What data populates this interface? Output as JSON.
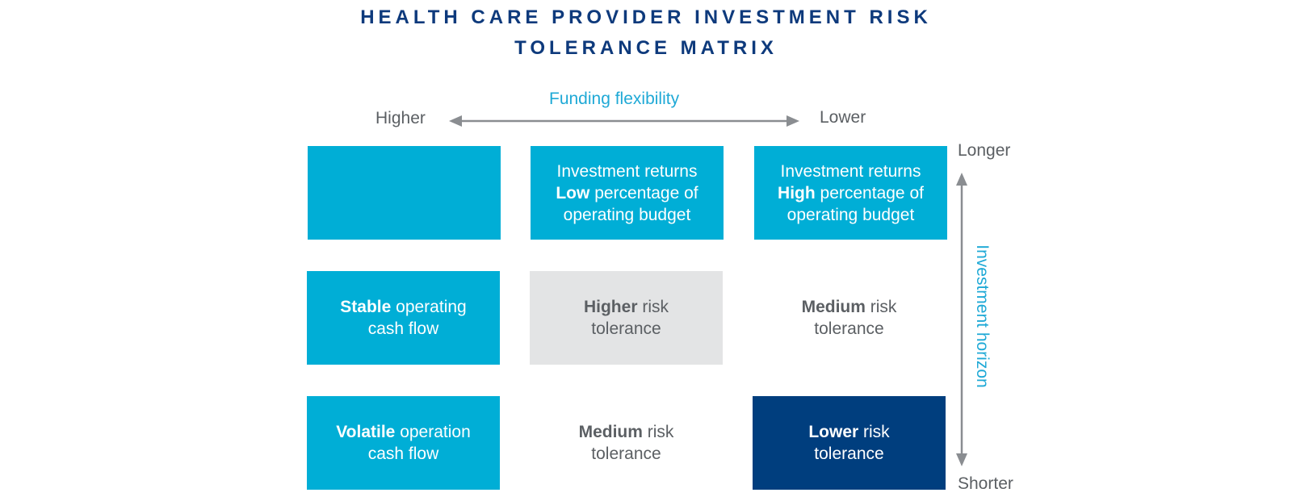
{
  "title": {
    "line1": "HEALTH CARE PROVIDER INVESTMENT RISK",
    "line2": "TOLERANCE MATRIX"
  },
  "x_axis": {
    "title": "Funding flexibility",
    "left_label": "Higher",
    "right_label": "Lower"
  },
  "y_axis": {
    "title": "Investment horizon",
    "top_label": "Longer",
    "bottom_label": "Shorter"
  },
  "cells": {
    "col2_header": {
      "bold_prefix": "Low",
      "line1": "Investment returns",
      "line2_rest": " percentage of",
      "line3": "operating budget"
    },
    "col3_header": {
      "bold_prefix": "High",
      "line1": "Investment returns",
      "line2_rest": " percentage of",
      "line3": "operating budget"
    },
    "row2_header": {
      "bold": "Stable",
      "rest_line1": " operating",
      "line2": "cash flow"
    },
    "row3_header": {
      "bold": "Volatile",
      "rest_line1": " operation",
      "line2": "cash flow"
    },
    "r2c2": {
      "bold": "Higher",
      "rest_line1": " risk",
      "line2": "tolerance"
    },
    "r2c3": {
      "bold": "Medium",
      "rest_line1": " risk",
      "line2": "tolerance"
    },
    "r3c2": {
      "bold": "Medium",
      "rest_line1": " risk",
      "line2": "tolerance"
    },
    "r3c3": {
      "bold": "Lower",
      "rest_line1": " risk",
      "line2": "tolerance"
    }
  },
  "colors": {
    "title": "#0e3a7c",
    "light_blue": "#00aed6",
    "navy": "#003e7e",
    "grey": "#e3e4e5",
    "axis_title": "#1fa9d6",
    "arrow": "#8a8d91"
  }
}
